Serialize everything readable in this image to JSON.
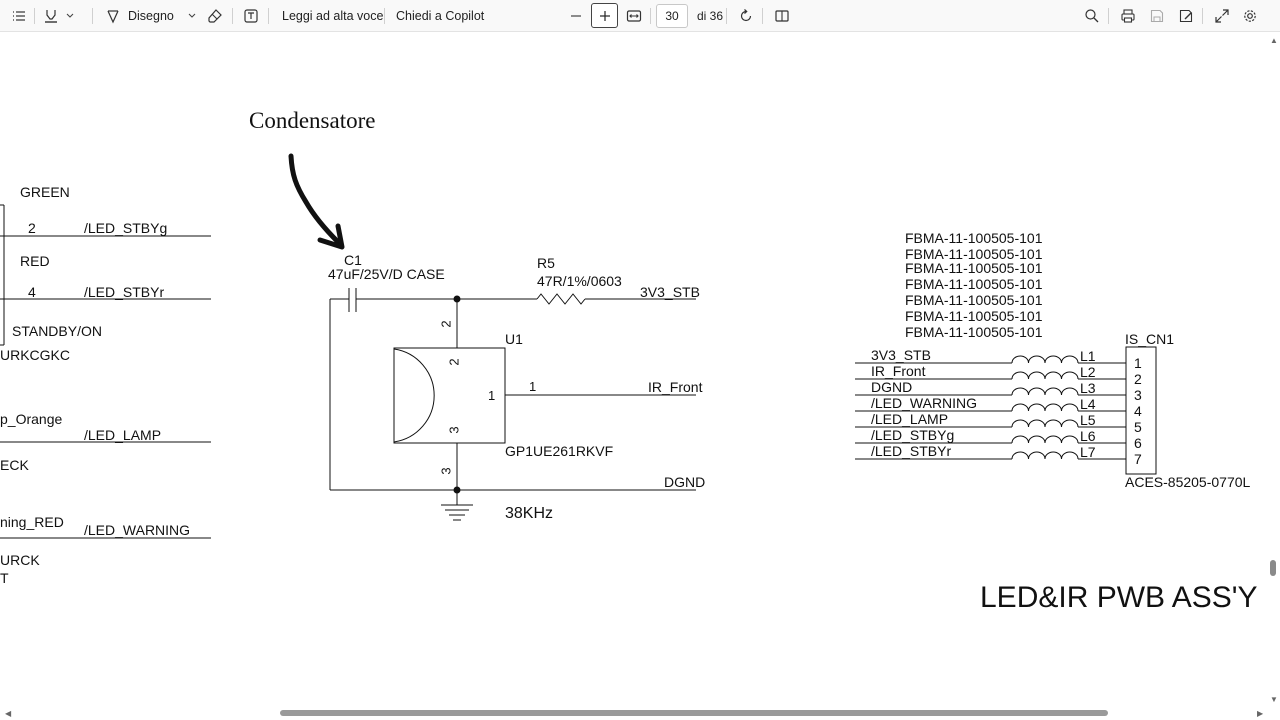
{
  "toolbar": {
    "draw_label": "Disegno",
    "read_aloud_label": "Leggi ad alta voce",
    "copilot_label": "Chiedi a Copilot",
    "page_current": "30",
    "page_total": "di 36",
    "icons": [
      "contents-icon",
      "highlight-icon",
      "chevron-down-icon",
      "draw-icon",
      "chevron-down-icon",
      "eraser-icon",
      "text-box-icon",
      "zoom-out-icon",
      "zoom-in-icon",
      "fit-page-icon",
      "rotate-icon",
      "page-view-icon",
      "search-icon",
      "print-icon",
      "save-icon",
      "save-as-icon",
      "fullscreen-icon",
      "settings-icon"
    ]
  },
  "document": {
    "annotation_title": "Condensatore",
    "left_labels": {
      "green": "GREEN",
      "pin2": "2",
      "net_stbyg": "/LED_STBYg",
      "red": "RED",
      "pin4": "4",
      "net_stbyr": "/LED_STBYr",
      "standby": "STANDBY/ON",
      "part1": "URKCGKC",
      "lamp_orange": "p_Orange",
      "net_lamp": "/LED_LAMP",
      "eck": "ECK",
      "warning_red": "ning_RED",
      "net_warning": "/LED_WARNING",
      "urck": "URCK",
      "t": "T"
    },
    "center": {
      "c1_ref": "C1",
      "c1_value": "47uF/25V/D CASE",
      "r5_ref": "R5",
      "r5_value": "47R/1%/0603",
      "net_3v3": "3V3_STB",
      "u1_ref": "U1",
      "pin2_top": "2",
      "pin2_inner": "2",
      "pin1_inner": "1",
      "pin1_outer": "1",
      "pin3_inner": "3",
      "pin3_outer": "3",
      "net_ir": "IR_Front",
      "u1_part": "GP1UE261RKVF",
      "net_dgnd": "DGND",
      "freq": "38KHz"
    },
    "right": {
      "ferrites": [
        "FBMA-11-100505-101",
        "FBMA-11-100505-101",
        "FBMA-11-100505-101",
        "FBMA-11-100505-101",
        "FBMA-11-100505-101",
        "FBMA-11-100505-101",
        "FBMA-11-100505-101"
      ],
      "connector_ref": "IS_CN1",
      "nets": [
        "3V3_STB",
        "IR_Front",
        "DGND",
        "/LED_WARNING",
        "/LED_LAMP",
        "/LED_STBYg",
        "/LED_STBYr"
      ],
      "inductors": [
        "L1",
        "L2",
        "L3",
        "L4",
        "L5",
        "L6",
        "L7"
      ],
      "pins": [
        "1",
        "2",
        "3",
        "4",
        "5",
        "6",
        "7"
      ],
      "connector_part": "ACES-85205-0770L"
    },
    "board_title": "LED&IR PWB ASS'Y"
  }
}
